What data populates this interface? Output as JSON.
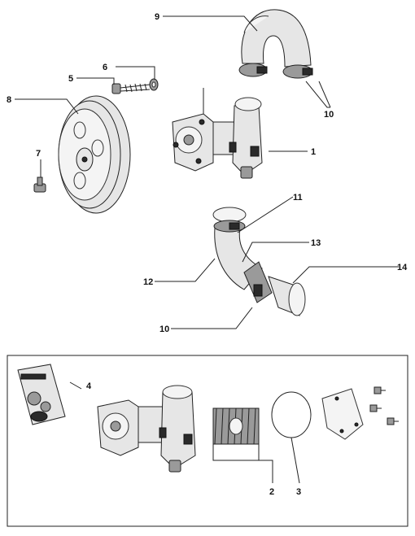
{
  "callouts": {
    "c1": "1",
    "c2": "2",
    "c3": "3",
    "c4": "4",
    "c5": "5",
    "c6": "6",
    "c7": "7",
    "c8": "8",
    "c9": "9",
    "c10a": "10",
    "c10b": "10",
    "c11": "11",
    "c12": "12",
    "c13": "13",
    "c14": "14"
  },
  "colors": {
    "line": "#222222",
    "part_fill": "#e6e6e6",
    "part_dark": "#9a9a9a",
    "background": "#ffffff"
  }
}
